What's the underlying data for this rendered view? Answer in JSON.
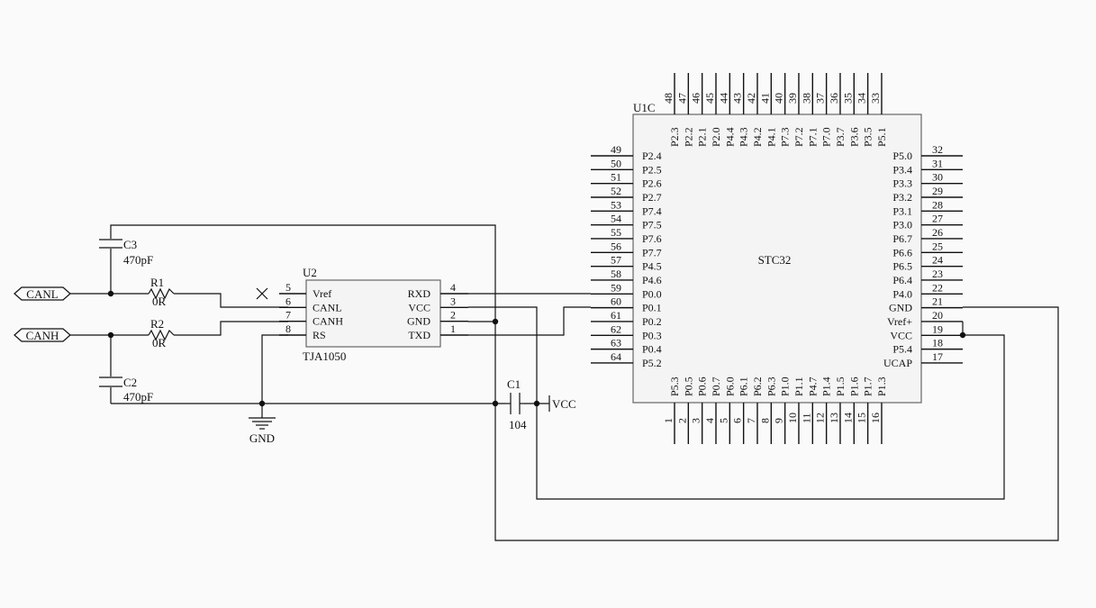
{
  "components": {
    "u1c": {
      "designator": "U1C",
      "name": "STC32"
    },
    "u2": {
      "designator": "U2",
      "part": "TJA1050"
    },
    "c1": {
      "designator": "C1",
      "value": "104"
    },
    "c2": {
      "designator": "C2",
      "value": "470pF"
    },
    "c3": {
      "designator": "C3",
      "value": "470pF"
    },
    "r1": {
      "designator": "R1",
      "value": "0R"
    },
    "r2": {
      "designator": "R2",
      "value": "0R"
    }
  },
  "ports": {
    "canl": "CANL",
    "canh": "CANH"
  },
  "power": {
    "gnd": "GND",
    "vcc": "VCC"
  },
  "u2_pins": {
    "left": [
      {
        "num": "5",
        "name": "Vref"
      },
      {
        "num": "6",
        "name": "CANL"
      },
      {
        "num": "7",
        "name": "CANH"
      },
      {
        "num": "8",
        "name": "RS"
      }
    ],
    "right": [
      {
        "num": "4",
        "name": "RXD"
      },
      {
        "num": "3",
        "name": "VCC"
      },
      {
        "num": "2",
        "name": "GND"
      },
      {
        "num": "1",
        "name": "TXD"
      }
    ]
  },
  "u1_pins": {
    "top": [
      {
        "num": "48",
        "name": "P2.3"
      },
      {
        "num": "47",
        "name": "P2.2"
      },
      {
        "num": "46",
        "name": "P2.1"
      },
      {
        "num": "45",
        "name": "P2.0"
      },
      {
        "num": "44",
        "name": "P4.4"
      },
      {
        "num": "43",
        "name": "P4.3"
      },
      {
        "num": "42",
        "name": "P4.2"
      },
      {
        "num": "41",
        "name": "P4.1"
      },
      {
        "num": "40",
        "name": "P7.3"
      },
      {
        "num": "39",
        "name": "P7.2"
      },
      {
        "num": "38",
        "name": "P7.1"
      },
      {
        "num": "37",
        "name": "P7.0"
      },
      {
        "num": "36",
        "name": "P3.7"
      },
      {
        "num": "35",
        "name": "P3.6"
      },
      {
        "num": "34",
        "name": "P3.5"
      },
      {
        "num": "33",
        "name": "P5.1"
      }
    ],
    "left": [
      {
        "num": "49",
        "name": "P2.4"
      },
      {
        "num": "50",
        "name": "P2.5"
      },
      {
        "num": "51",
        "name": "P2.6"
      },
      {
        "num": "52",
        "name": "P2.7"
      },
      {
        "num": "53",
        "name": "P7.4"
      },
      {
        "num": "54",
        "name": "P7.5"
      },
      {
        "num": "55",
        "name": "P7.6"
      },
      {
        "num": "56",
        "name": "P7.7"
      },
      {
        "num": "57",
        "name": "P4.5"
      },
      {
        "num": "58",
        "name": "P4.6"
      },
      {
        "num": "59",
        "name": "P0.0"
      },
      {
        "num": "60",
        "name": "P0.1"
      },
      {
        "num": "61",
        "name": "P0.2"
      },
      {
        "num": "62",
        "name": "P0.3"
      },
      {
        "num": "63",
        "name": "P0.4"
      },
      {
        "num": "64",
        "name": "P5.2"
      }
    ],
    "right": [
      {
        "num": "32",
        "name": "P5.0"
      },
      {
        "num": "31",
        "name": "P3.4"
      },
      {
        "num": "30",
        "name": "P3.3"
      },
      {
        "num": "29",
        "name": "P3.2"
      },
      {
        "num": "28",
        "name": "P3.1"
      },
      {
        "num": "27",
        "name": "P3.0"
      },
      {
        "num": "26",
        "name": "P6.7"
      },
      {
        "num": "25",
        "name": "P6.6"
      },
      {
        "num": "24",
        "name": "P6.5"
      },
      {
        "num": "23",
        "name": "P6.4"
      },
      {
        "num": "22",
        "name": "P4.0"
      },
      {
        "num": "21",
        "name": "GND"
      },
      {
        "num": "20",
        "name": "Vref+"
      },
      {
        "num": "19",
        "name": "VCC"
      },
      {
        "num": "18",
        "name": "P5.4"
      },
      {
        "num": "17",
        "name": "UCAP"
      }
    ],
    "bottom": [
      {
        "num": "1",
        "name": "P5.3"
      },
      {
        "num": "2",
        "name": "P0.5"
      },
      {
        "num": "3",
        "name": "P0.6"
      },
      {
        "num": "4",
        "name": "P0.7"
      },
      {
        "num": "5",
        "name": "P6.0"
      },
      {
        "num": "6",
        "name": "P6.1"
      },
      {
        "num": "7",
        "name": "P6.2"
      },
      {
        "num": "8",
        "name": "P6.3"
      },
      {
        "num": "9",
        "name": "P1.0"
      },
      {
        "num": "10",
        "name": "P1.1"
      },
      {
        "num": "11",
        "name": "P4.7"
      },
      {
        "num": "12",
        "name": "P1.4"
      },
      {
        "num": "13",
        "name": "P1.5"
      },
      {
        "num": "14",
        "name": "P1.6"
      },
      {
        "num": "15",
        "name": "P1.7"
      },
      {
        "num": "16",
        "name": "P1.3"
      }
    ]
  }
}
